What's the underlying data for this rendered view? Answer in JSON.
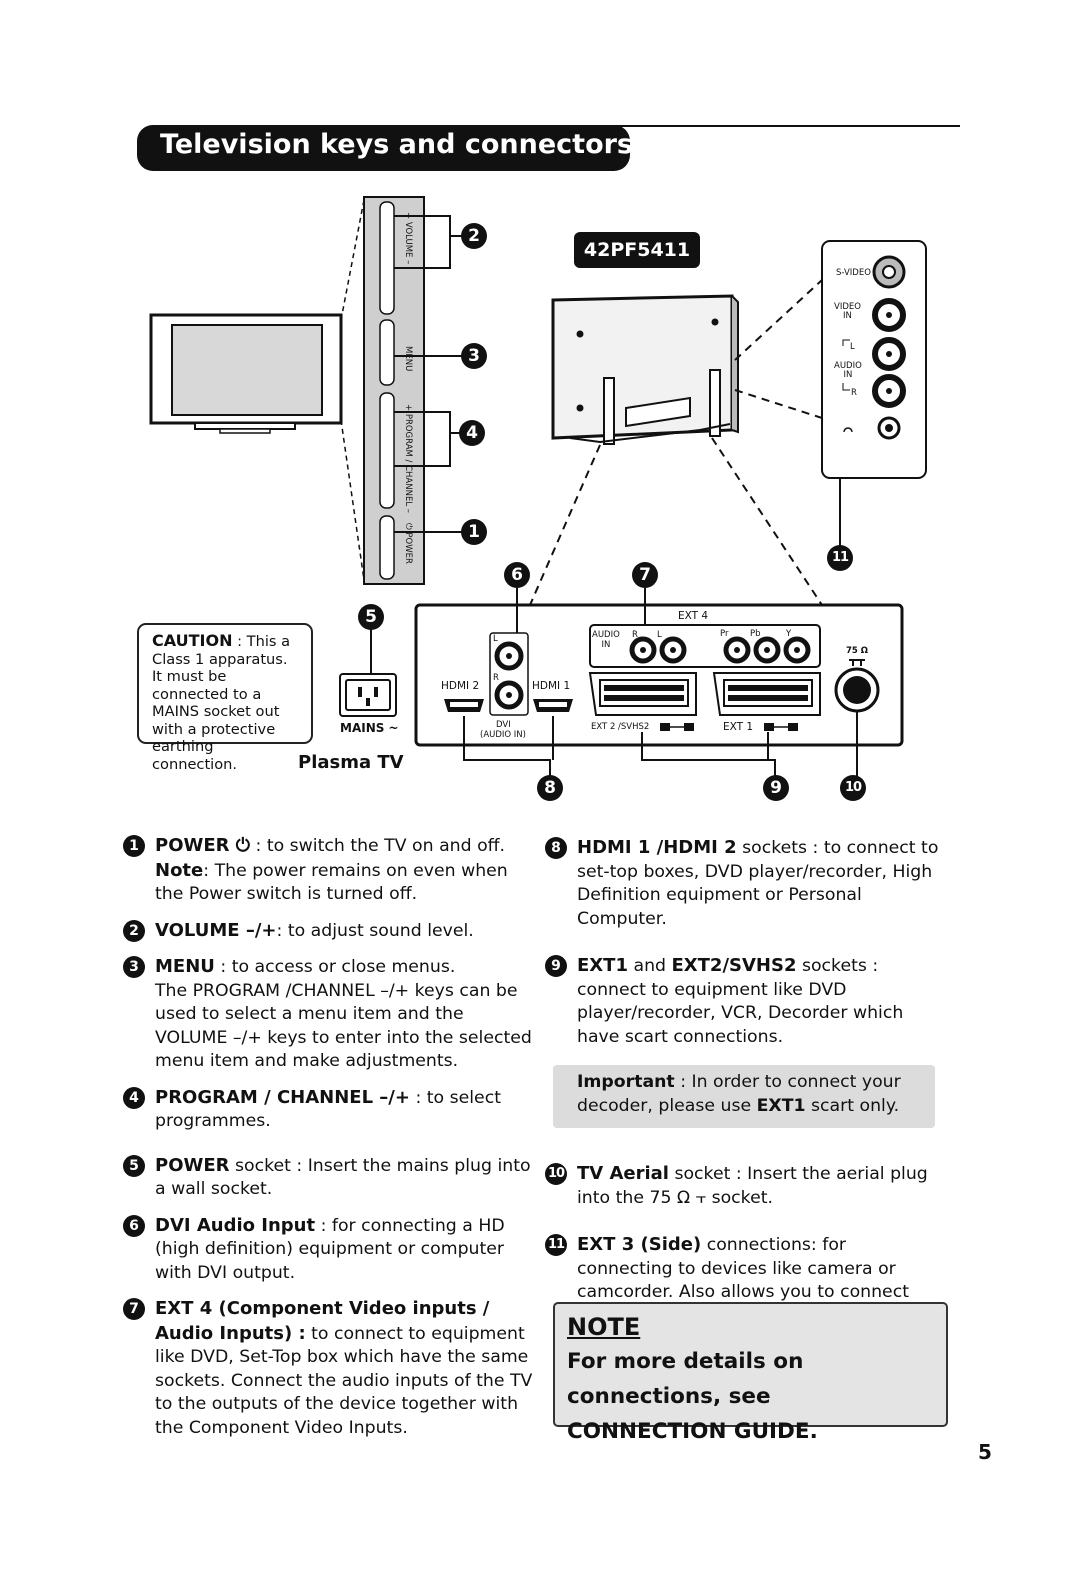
{
  "title": "Television keys and connectors",
  "model": "42PF5411",
  "side_panel_keys": {
    "volume": "+   VOLUME   –",
    "menu": "MENU",
    "program": "+   PROGRAM / CHANNEL   –",
    "power": "⏻ POWER"
  },
  "side_connectors": {
    "svideo": "S-VIDEO",
    "video_in": "VIDEO\nIN",
    "audio_l": "L",
    "audio_in": "AUDIO\nIN",
    "audio_r": "R"
  },
  "rear_panel": {
    "ext4": "EXT 4",
    "audio_in": "AUDIO\nIN",
    "audio_r": "R",
    "audio_l": "L",
    "pr": "Pr",
    "pb": "Pb",
    "y": "Y",
    "dvi_l": "L",
    "dvi_r": "R",
    "hdmi2": "HDMI 2",
    "hdmi1": "HDMI 1",
    "dvi": "DVI",
    "dvi_audio_in": "(AUDIO IN)",
    "ext2": "EXT 2 /SVHS2",
    "ext1": "EXT 1",
    "aerial": "75 Ω"
  },
  "caution": {
    "label": "CAUTION",
    "text": " : This a Class 1 apparatus. It must be connected to a MAINS socket out with a protective earthing connection."
  },
  "mains_label": "MAINS ~",
  "plasma_label": "Plasma TV",
  "callouts": [
    "1",
    "2",
    "3",
    "4",
    "5",
    "6",
    "7",
    "8",
    "9",
    "10",
    "11"
  ],
  "entries_left": [
    {
      "num": "1",
      "bold": "POWER ⏻",
      "text": " : to switch the TV on and off.",
      "note_bold": "Note",
      "note_text": ": The power remains on even when the Power switch is turned off."
    },
    {
      "num": "2",
      "bold": "VOLUME –/+",
      "text": ": to adjust sound level."
    },
    {
      "num": "3",
      "bold": "MENU",
      "text": " : to access or close menus.",
      "extra": "The PROGRAM /CHANNEL –/+ keys can be used to select a menu item and the VOLUME –/+ keys to enter into the selected menu item and make adjustments."
    },
    {
      "num": "4",
      "bold": "PROGRAM / CHANNEL –/+",
      "text": " : to select programmes."
    },
    {
      "num": "5",
      "bold": "POWER",
      "text": " socket : Insert the mains plug into a wall socket."
    },
    {
      "num": "6",
      "bold": "DVI Audio Input",
      "text": " : for connecting a HD (high definition) equipment or computer with DVI output."
    },
    {
      "num": "7",
      "bold": "EXT 4 (Component Video inputs / Audio Inputs) :",
      "text": " to connect to equipment like DVD, Set-Top box which have the same sockets. Connect the audio inputs of the TV to the outputs of the device together with the Component Video Inputs."
    }
  ],
  "entries_right": [
    {
      "num": "8",
      "bold": "HDMI 1 /HDMI 2",
      "text": " sockets : to connect to set-top boxes, DVD player/recorder, High Definition equipment or Personal Computer."
    },
    {
      "num": "9",
      "bold": "EXT1",
      "mid": " and ",
      "bold2": "EXT2/SVHS2",
      "text": " sockets : connect to equipment like DVD player/recorder, VCR, Decorder which have scart connections."
    },
    {
      "num": "10",
      "bold": "TV Aerial",
      "text": " socket : Insert the aerial plug into the  75 Ω ⫟ socket."
    },
    {
      "num": "11",
      "bold": "EXT 3 (Side)",
      "text": " connections: for connecting to devices like camera or camcorder. Also allows you to connect your headphone for your personal listening pleasure."
    }
  ],
  "important": {
    "bold": "Important",
    "text": " : In order to connect your decoder, please use ",
    "bold2": "EXT1",
    "tail": " scart only."
  },
  "note": {
    "heading": "NOTE",
    "body": "For more details on connections, see CONNECTION GUIDE."
  },
  "page_number": "5"
}
